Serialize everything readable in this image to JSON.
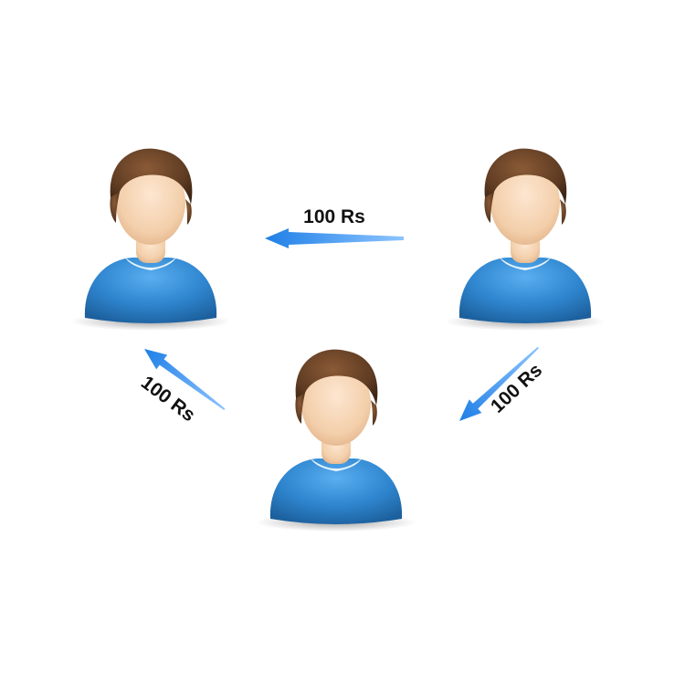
{
  "people": [
    {
      "id": "left",
      "icon": "person-icon"
    },
    {
      "id": "right",
      "icon": "person-icon"
    },
    {
      "id": "bottom",
      "icon": "person-icon"
    }
  ],
  "transfers": [
    {
      "from": "right",
      "to": "left",
      "label": "100 Rs"
    },
    {
      "from": "bottom",
      "to": "left",
      "label": "100 Rs"
    },
    {
      "from": "right",
      "to": "bottom",
      "label": "100 Rs"
    }
  ],
  "colors": {
    "arrow": "#2c86e8",
    "arrow_light": "#8cc4ff",
    "shirt": "#2f86cf",
    "shirt_dark": "#1c5f9c",
    "hair": "#5e3b22",
    "skin": "#f6d2b0",
    "collar": "#e8f4fb"
  }
}
